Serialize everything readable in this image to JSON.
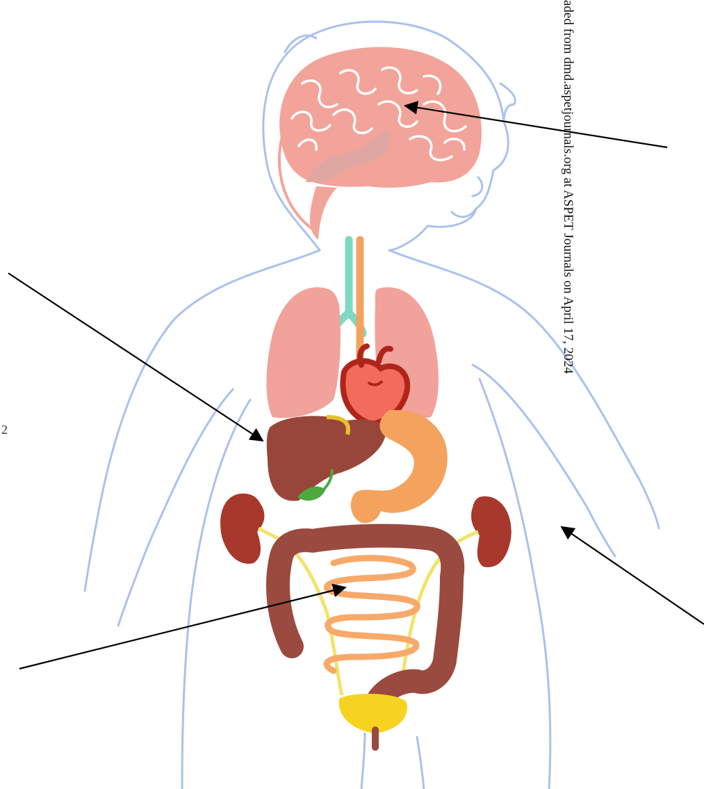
{
  "figure": {
    "watermark_text": "aded from dmd.aspetjournals.org at ASPET Journals on April 17, 2024",
    "stray_glyph": "2",
    "colors": {
      "body_outline": "#a9c1ee",
      "brain": "#f2a49a",
      "brain_lines": "#ffffff",
      "trachea": "#7dd9bf",
      "esophagus": "#f4a35e",
      "lungs": "#f0a29b",
      "heart": "#f26b5c",
      "heart_outline": "#b0251a",
      "liver": "#98463a",
      "gallbladder": "#4ca93f",
      "stomach": "#f4a35e",
      "kidneys": "#a8372c",
      "colon": "#9a4a3f",
      "small_intestine": "#f7a96a",
      "ureters": "#f1e36c",
      "bladder": "#f6d320",
      "arrows": "#000000"
    },
    "organs": [
      "brain",
      "trachea",
      "esophagus",
      "lungs",
      "heart",
      "liver",
      "gallbladder",
      "stomach",
      "kidneys",
      "colon",
      "small-intestine",
      "ureters",
      "bladder"
    ],
    "arrows": [
      "arrow-to-brain",
      "arrow-to-liver",
      "arrow-to-small-intestine",
      "arrow-to-body"
    ]
  }
}
